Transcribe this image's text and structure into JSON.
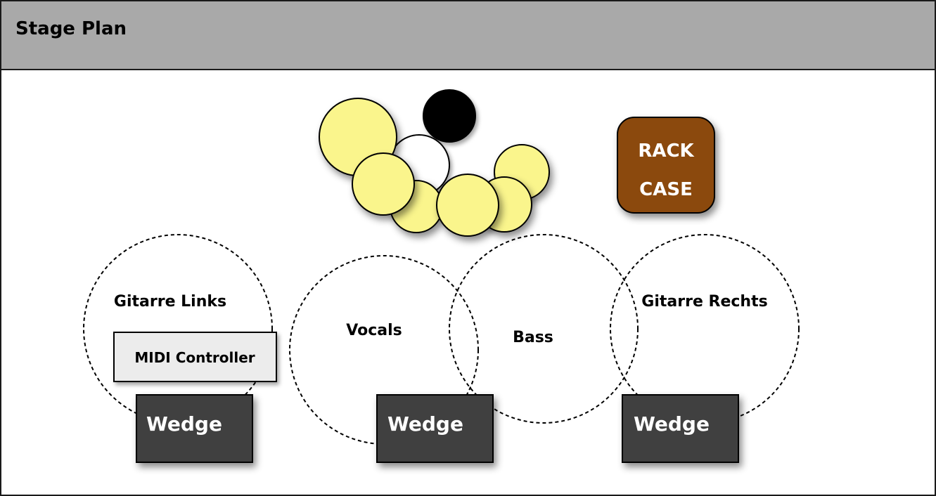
{
  "title": "Stage Plan",
  "zones": {
    "gitarre_links": "Gitarre Links",
    "vocals": "Vocals",
    "bass": "Bass",
    "gitarre_rechts": "Gitarre Rechts"
  },
  "equipment": {
    "midi_controller": "MIDI Controller",
    "rack_case_line1": "RACK",
    "rack_case_line2": "CASE",
    "wedge_1": "Wedge",
    "wedge_2": "Wedge",
    "wedge_3": "Wedge"
  },
  "colors": {
    "header_bg": "#a9a9a9",
    "drum_yellow": "#faf58c",
    "rack_brown": "#8b4a07",
    "wedge_dark": "#3f3f3f",
    "midi_bg": "#ececec"
  }
}
